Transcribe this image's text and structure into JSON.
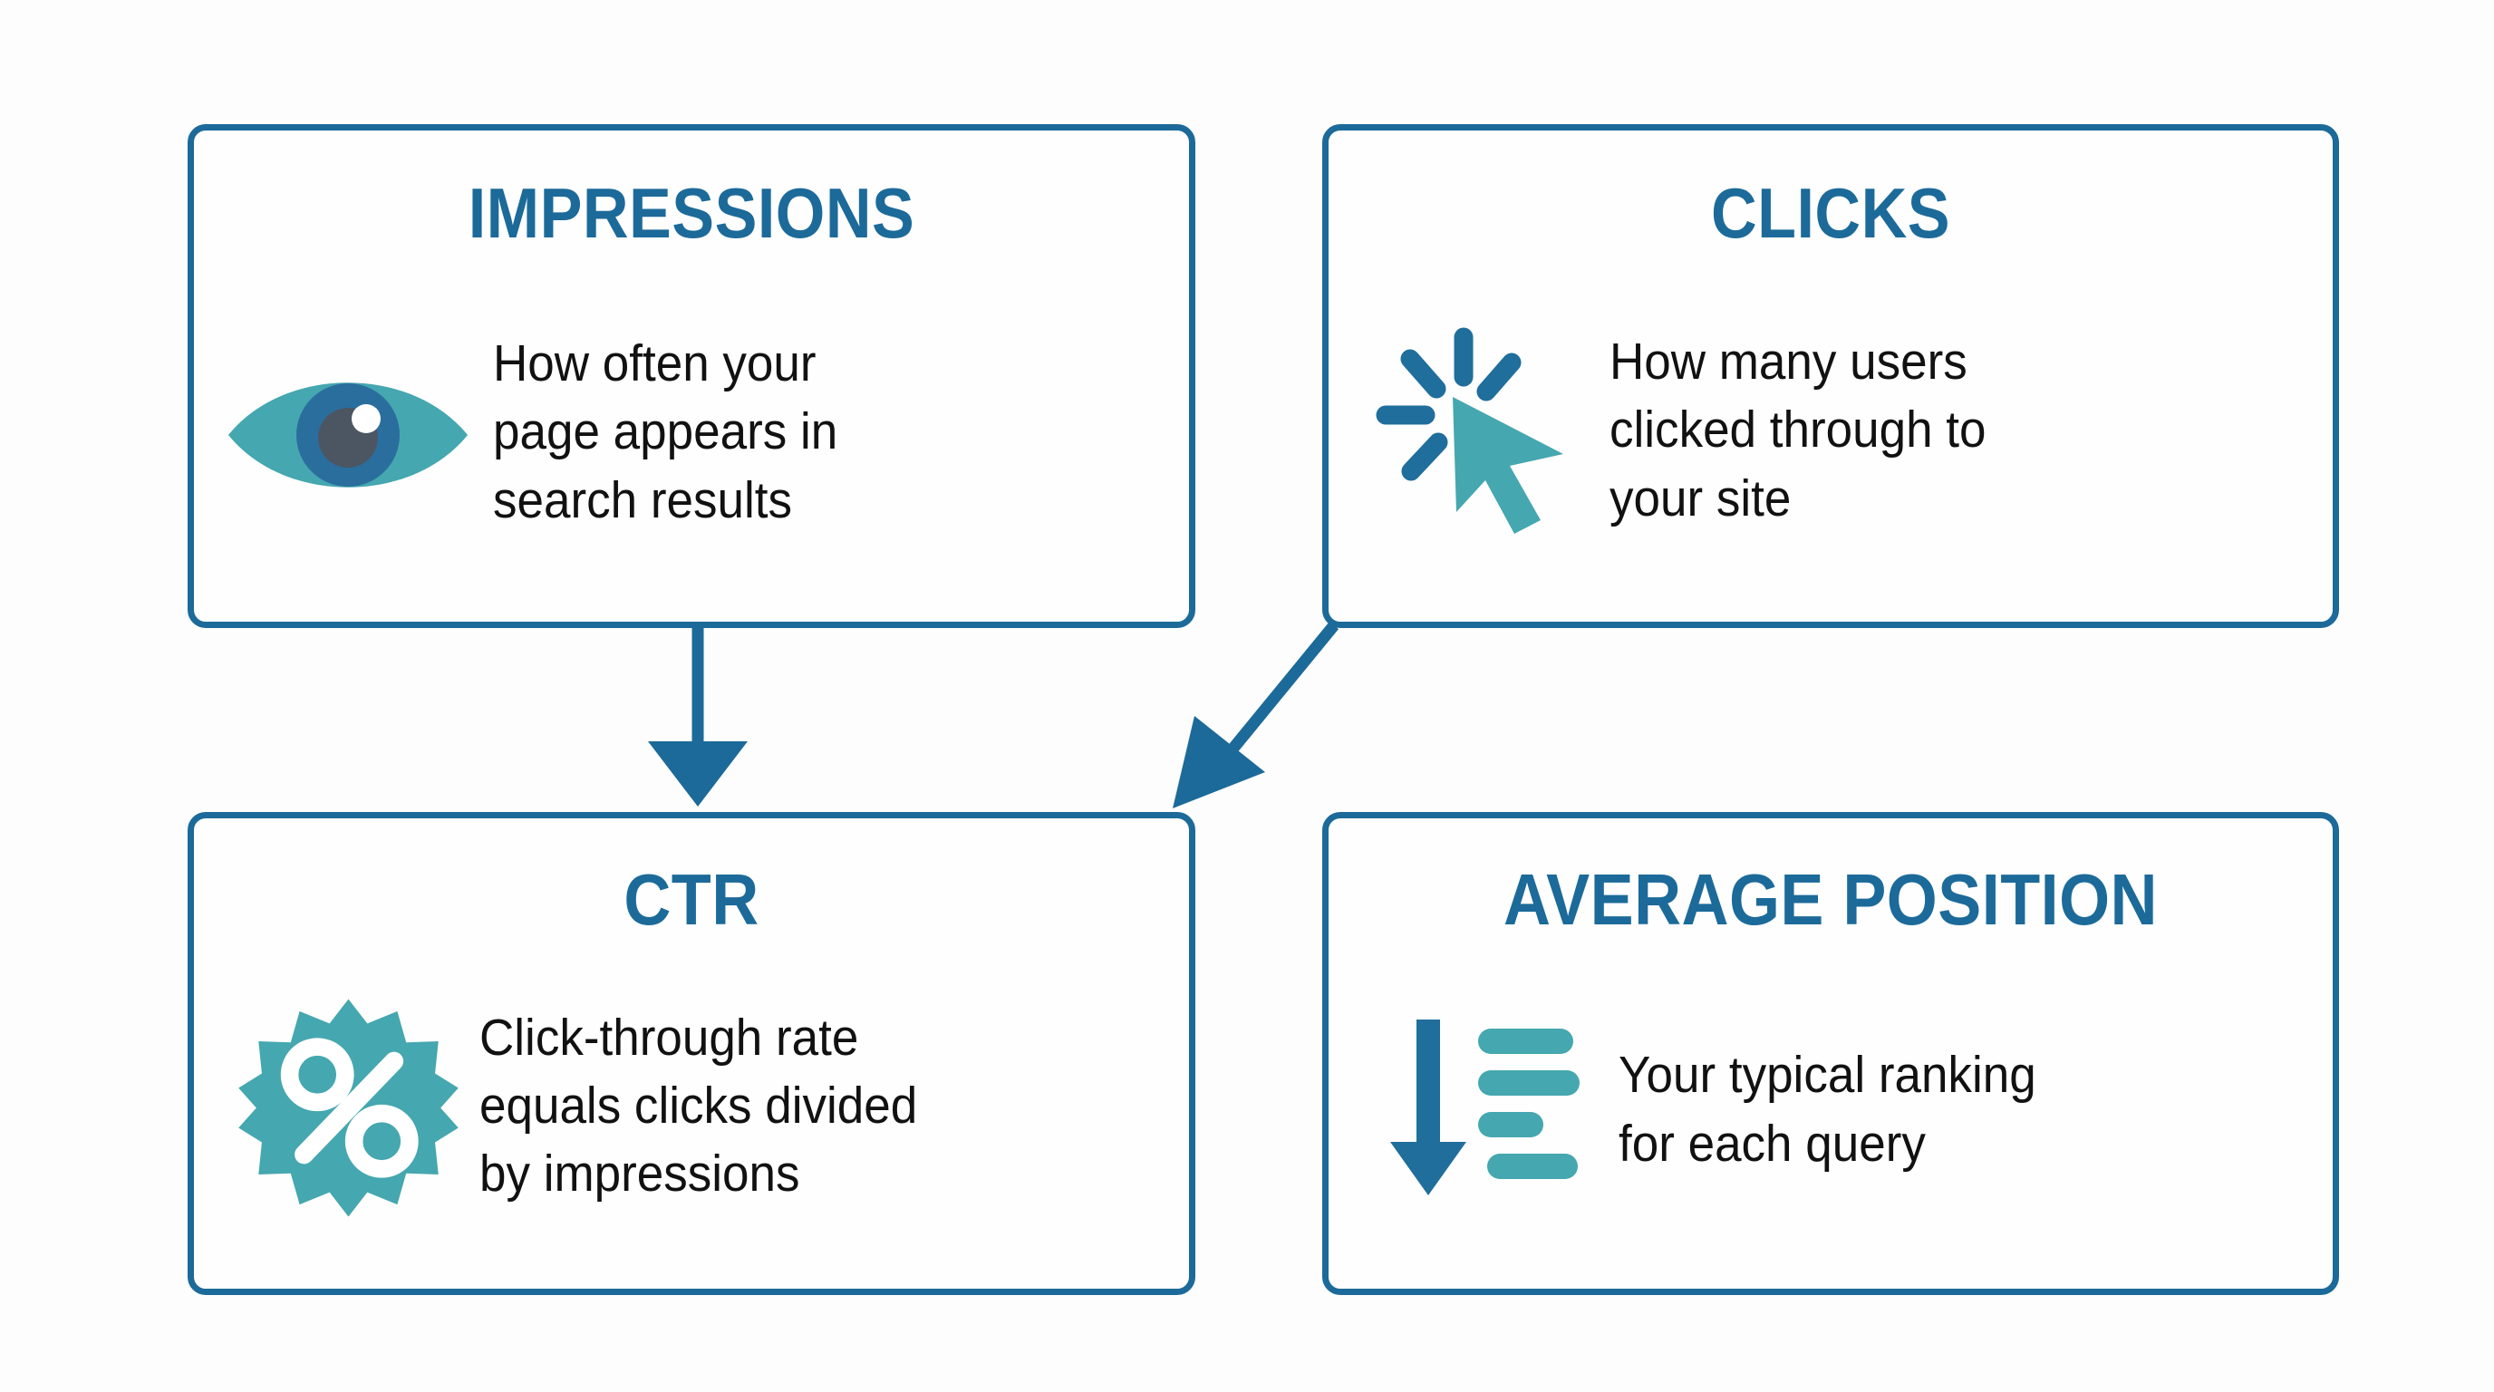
{
  "page": {
    "background_color": "#FDFDFD",
    "accent_blue": "#1C6A99",
    "accent_teal": "#45A7AF",
    "text_color": "#111111"
  },
  "cards": [
    {
      "id": "impressions",
      "title": "IMPRESSIONS",
      "description": "How often your\npage appears in\nsearch results",
      "icon": "eye-icon"
    },
    {
      "id": "clicks",
      "title": "CLICKS",
      "description": "How many users\nclicked through to\nyour site",
      "icon": "click-cursor-icon"
    },
    {
      "id": "ctr",
      "title": "CTR",
      "description": "Click-through rate\nequals clicks divided\nby impressions",
      "icon": "percent-badge-icon"
    },
    {
      "id": "avgpos",
      "title": "AVERAGE POSITION",
      "description": "Your typical ranking\nfor each query",
      "icon": "ranking-down-arrow-icon"
    }
  ],
  "connectors": [
    {
      "id": "impressions-to-ctr",
      "from": "impressions",
      "to": "ctr",
      "style": "vertical-arrow"
    },
    {
      "id": "clicks-to-ctr",
      "from": "clicks",
      "to": "ctr",
      "style": "diagonal-arrow"
    }
  ]
}
